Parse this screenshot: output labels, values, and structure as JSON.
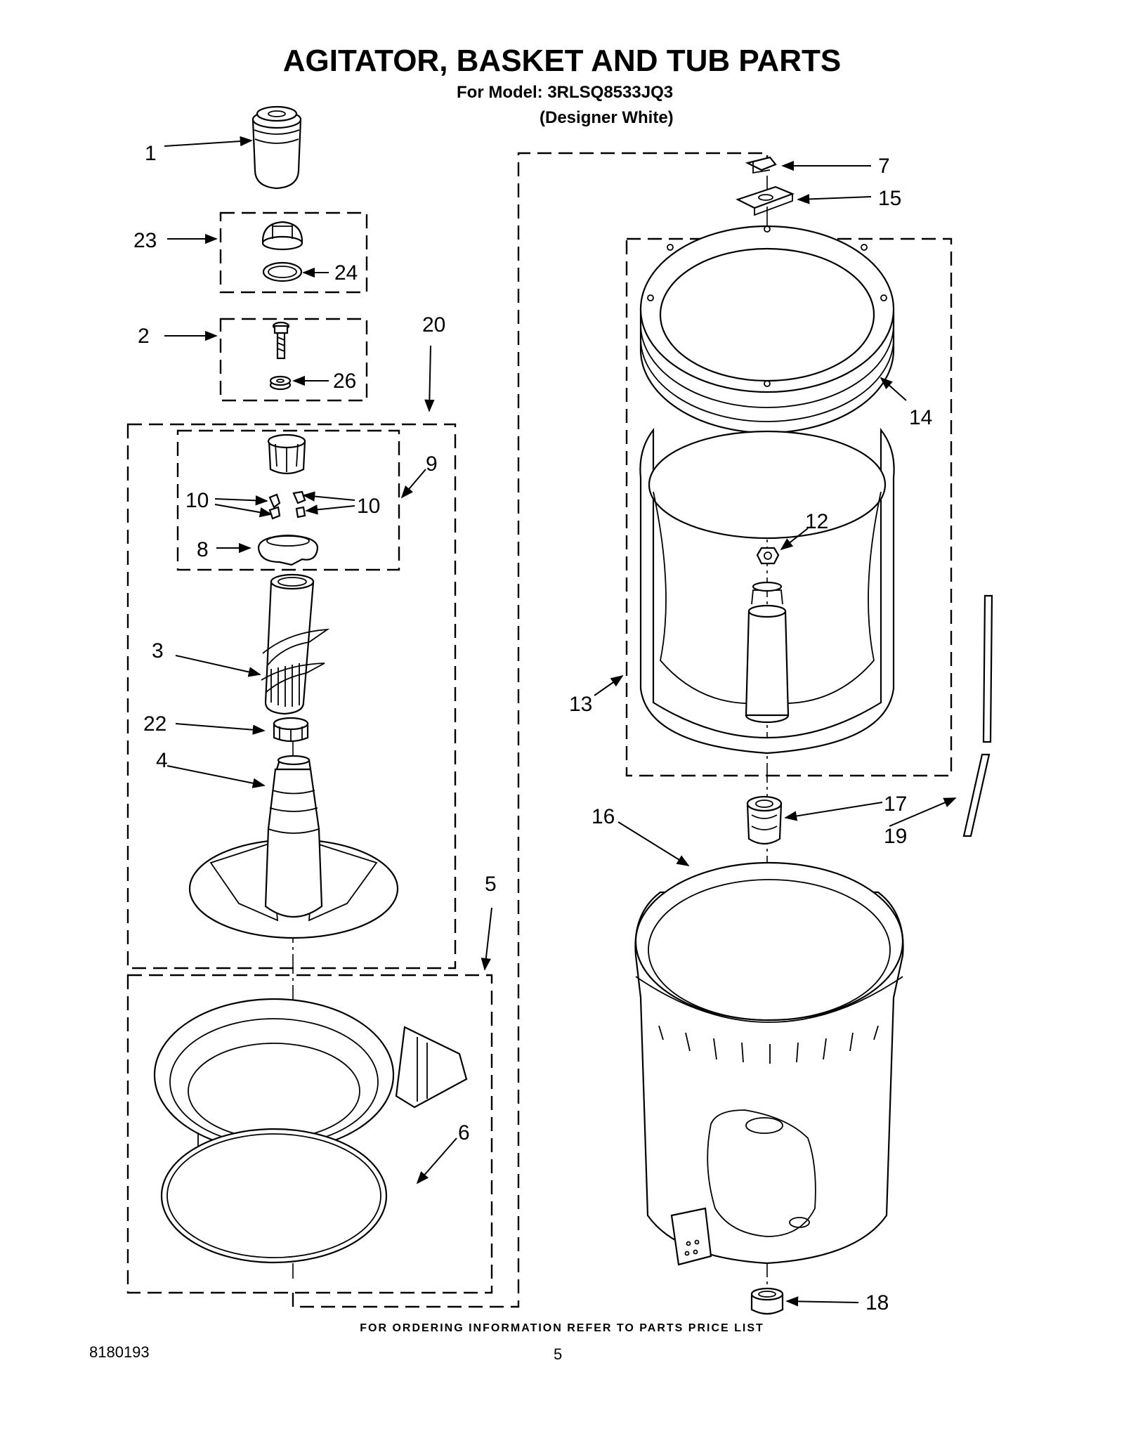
{
  "header": {
    "title": "AGITATOR, BASKET AND TUB PARTS",
    "model_line": "For Model: 3RLSQ8533JQ3",
    "color_line": "(Designer White)"
  },
  "callouts": {
    "c1": "1",
    "c2": "2",
    "c3": "3",
    "c4": "4",
    "c5": "5",
    "c6": "6",
    "c7": "7",
    "c8": "8",
    "c9": "9",
    "c10a": "10",
    "c10b": "10",
    "c12": "12",
    "c13": "13",
    "c14": "14",
    "c15": "15",
    "c16": "16",
    "c17": "17",
    "c18": "18",
    "c19": "19",
    "c20": "20",
    "c22": "22",
    "c23": "23",
    "c24": "24",
    "c26": "26"
  },
  "footer": {
    "ordering_note": "FOR ORDERING INFORMATION REFER TO PARTS PRICE LIST",
    "document_number": "8180193",
    "page_number": "5"
  }
}
